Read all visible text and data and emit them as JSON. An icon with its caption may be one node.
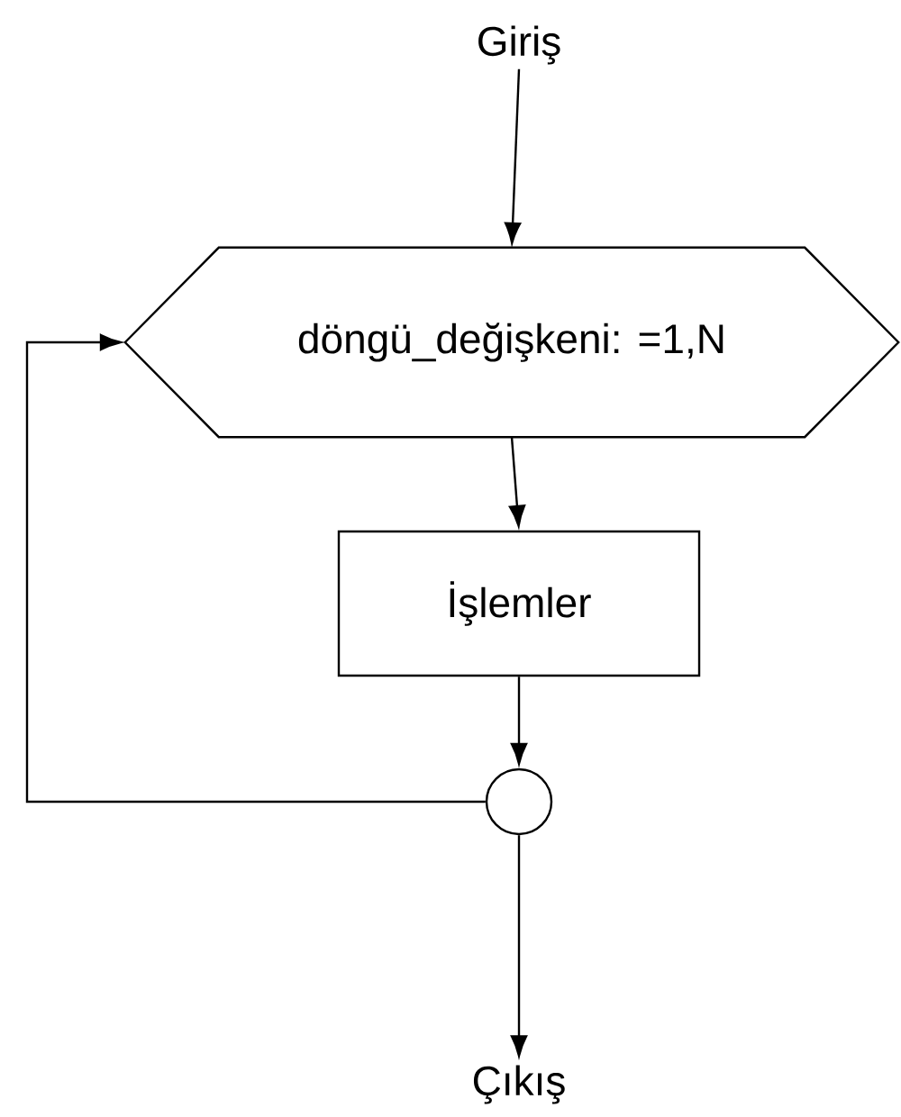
{
  "diagram": {
    "nodes": [
      {
        "text": [
          "Giriş"
        ]
      },
      {
        "text": [
          "döngü_değişkeni: =1,N"
        ]
      },
      {
        "text": [
          "İşlemler"
        ]
      },
      {
        "text": [],
        "shape": "circle"
      },
      {
        "text": [
          "Çıkış"
        ]
      }
    ],
    "edges": [
      {
        "from": 0,
        "to": 1,
        "arrow": "to"
      },
      {
        "from": 1,
        "to": 2,
        "arrow": "to"
      },
      {
        "from": 2,
        "to": 3,
        "arrow": "to"
      },
      {
        "from": 3,
        "to": 1,
        "arrow": "to"
      },
      {
        "from": 3,
        "to": 4,
        "arrow": "to"
      }
    ]
  }
}
